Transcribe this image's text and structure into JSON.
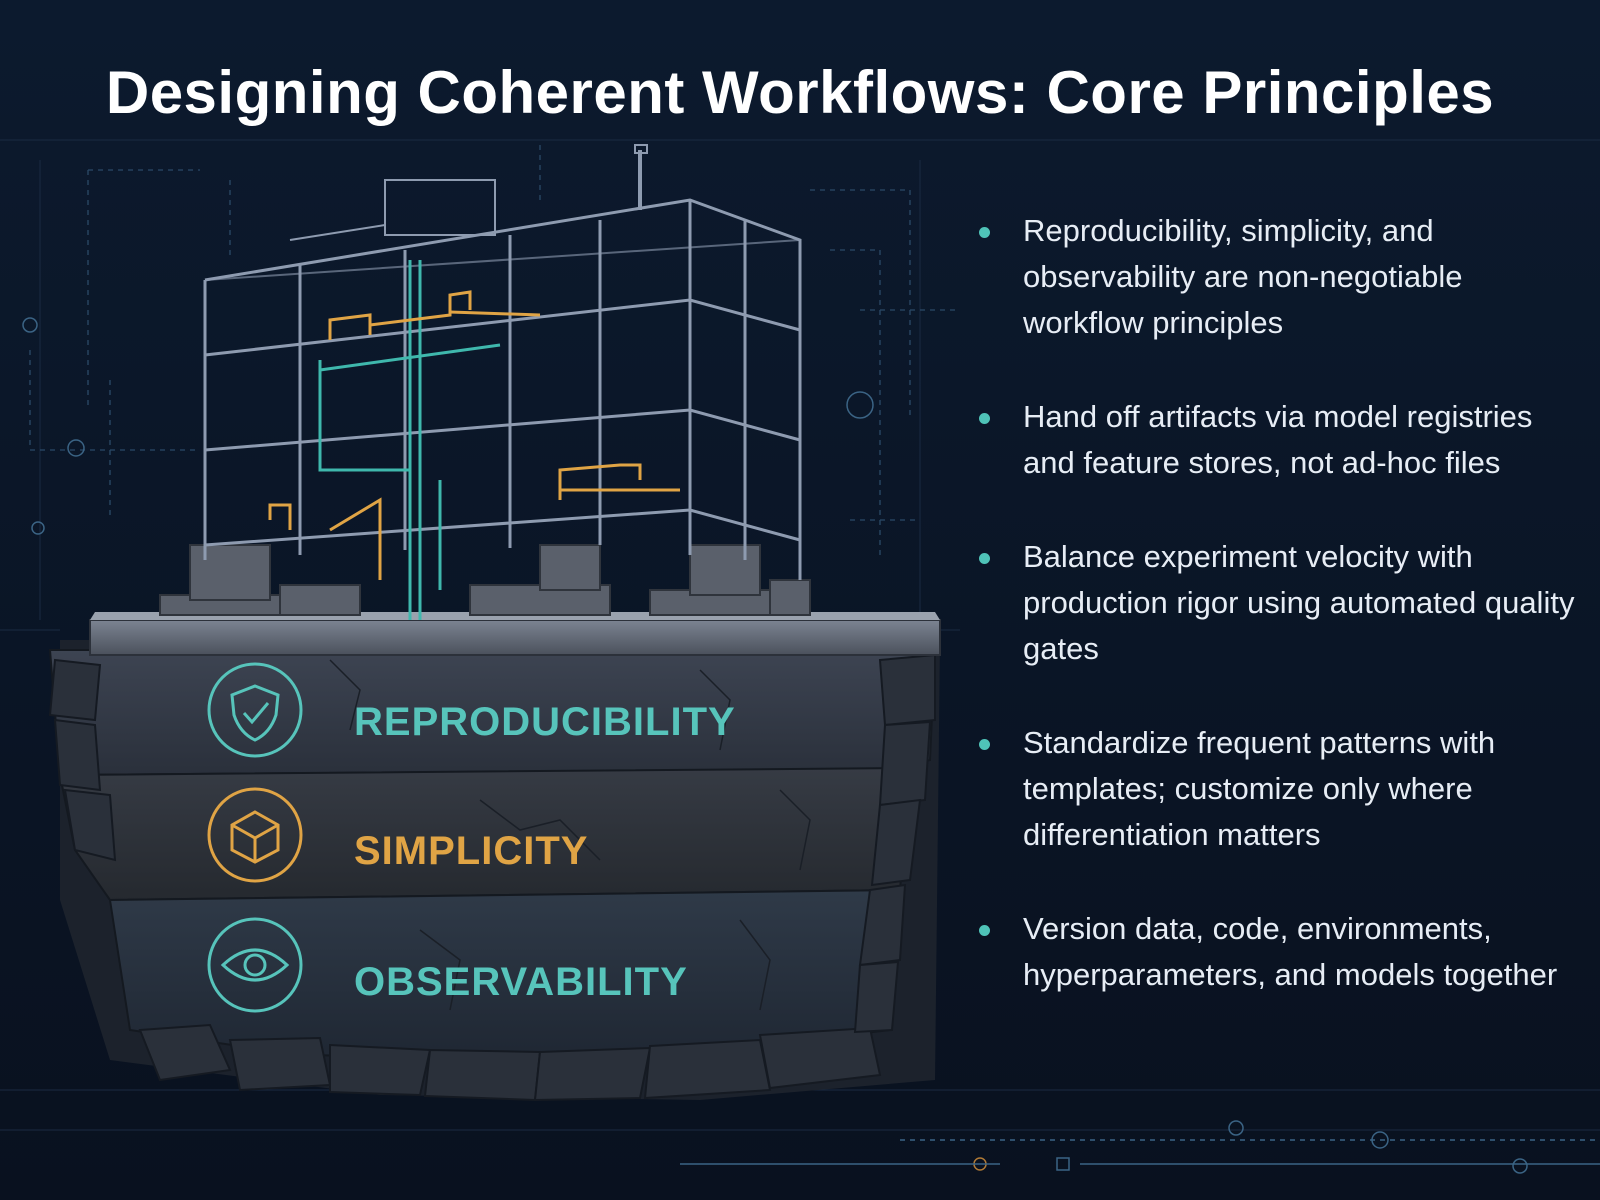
{
  "title": "Designing Coherent Workflows: Core Principles",
  "bullets": [
    "Reproducibility, simplicity, and observability are non-negotiable workflow principles",
    "Hand off artifacts via model registries and feature stores, not ad-hoc files",
    "Balance experiment velocity with production rigor using automated quality gates",
    "Standardize frequent patterns with templates; customize only where differentiation matters",
    "Version data, code, environments, hyperparameters, and models together"
  ],
  "pillars": [
    {
      "label": "REPRODUCIBILITY",
      "icon": "shield-check-icon",
      "color": "#57c4bb"
    },
    {
      "label": "SIMPLICITY",
      "icon": "cube-icon",
      "color": "#e0a445"
    },
    {
      "label": "OBSERVABILITY",
      "icon": "eye-icon",
      "color": "#57c4bb"
    }
  ],
  "colors": {
    "background": "#0b1628",
    "teal": "#4fc3b8",
    "amber": "#e0a445",
    "stone": "#3b4250",
    "frame": "#8e9bb0"
  }
}
